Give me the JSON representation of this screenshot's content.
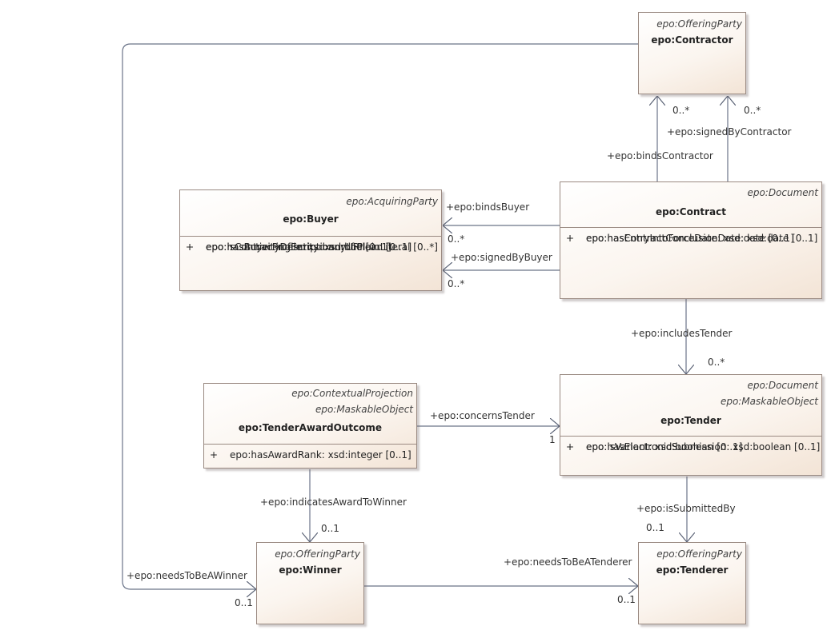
{
  "classes": {
    "contractor": {
      "stereotypes": [
        "epo:OfferingParty"
      ],
      "name": "epo:Contractor",
      "attributes": []
    },
    "buyer": {
      "stereotypes": [
        "epo:AcquiringParty"
      ],
      "name": "epo:Buyer",
      "attributes": [
        {
          "vis": "+",
          "text": "epo:hasActivityDescription: rdf:PlainLiteral [0..*]"
        },
        {
          "vis": "+",
          "text": "epo:hasBuyerProfile: xsd:anyURI [0..1]"
        },
        {
          "vis": "+",
          "text": "epo:isContractingEntity: xsd:boolean [0..1]"
        }
      ]
    },
    "contract": {
      "stereotypes": [
        "epo:Document"
      ],
      "name": "epo:Contract",
      "attributes": [
        {
          "vis": "+",
          "text": "epo:hasContractConclusionDate: xsd:date [0..1]"
        },
        {
          "vis": "+",
          "text": "epo:hasEntryIntoForceDate: xsd:date [0..1]"
        }
      ]
    },
    "tao": {
      "stereotypes": [
        "epo:ContextualProjection",
        "epo:MaskableObject"
      ],
      "name": "epo:TenderAwardOutcome",
      "attributes": [
        {
          "vis": "+",
          "text": "epo:hasAwardRank: xsd:integer [0..1]"
        }
      ]
    },
    "tender": {
      "stereotypes": [
        "epo:Document",
        "epo:MaskableObject"
      ],
      "name": "epo:Tender",
      "attributes": [
        {
          "vis": "+",
          "text": "epo:hasElectronicSubmission: xsd:boolean [0..1]"
        },
        {
          "vis": "+",
          "text": "epo:isVariant: xsd:boolean [0..1]"
        }
      ]
    },
    "winner": {
      "stereotypes": [
        "epo:OfferingParty"
      ],
      "name": "epo:Winner",
      "attributes": []
    },
    "tenderer": {
      "stereotypes": [
        "epo:OfferingParty"
      ],
      "name": "epo:Tenderer",
      "attributes": []
    }
  },
  "labels": {
    "mult_contractor_1": "0..*",
    "mult_contractor_2": "0..*",
    "signedByContractor": "+epo:signedByContractor",
    "bindsContractor": "+epo:bindsContractor",
    "bindsBuyer": "+epo:bindsBuyer",
    "mult_buyer_1": "0..*",
    "signedByBuyer": "+epo:signedByBuyer",
    "mult_buyer_2": "0..*",
    "includesTender": "+epo:includesTender",
    "mult_tender": "0..*",
    "concernsTender": "+epo:concernsTender",
    "mult_concerns": "1",
    "indicatesAwardToWinner": "+epo:indicatesAwardToWinner",
    "mult_winner": "0..1",
    "isSubmittedBy": "+epo:isSubmittedBy",
    "mult_tenderer_top": "0..1",
    "needsToBeATenderer": "+epo:needsToBeATenderer",
    "mult_tenderer_left": "0..1",
    "needsToBeAWinner": "+epo:needsToBeAWinner",
    "mult_needs_winner": "0..1"
  }
}
